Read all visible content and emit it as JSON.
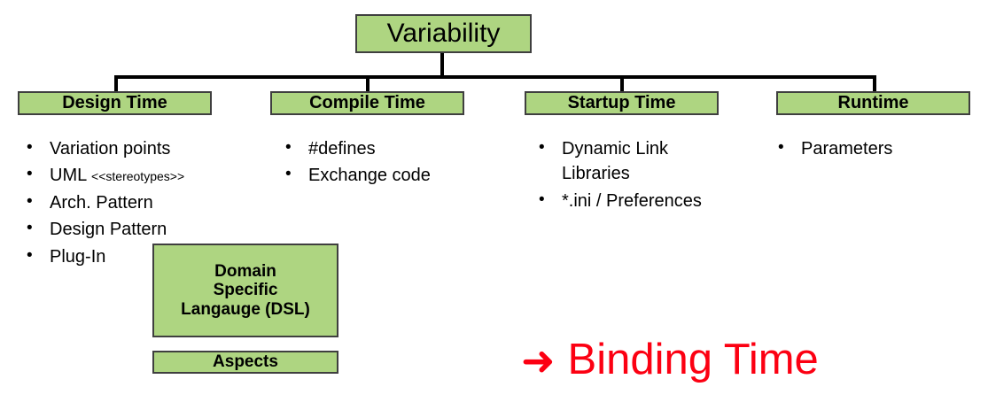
{
  "diagram": {
    "root": {
      "label": "Variability"
    },
    "categories": [
      {
        "label": "Design Time"
      },
      {
        "label": "Compile Time"
      },
      {
        "label": "Startup Time"
      },
      {
        "label": "Runtime"
      }
    ],
    "columns": [
      {
        "name": "design-time",
        "items": [
          {
            "text": "Variation points"
          },
          {
            "text": "UML ",
            "suffix": "<<stereotypes>>"
          },
          {
            "text": "Arch. Pattern"
          },
          {
            "text": "Design Pattern"
          },
          {
            "text": "Plug-In"
          }
        ]
      },
      {
        "name": "compile-time",
        "items": [
          {
            "text": "#defines"
          },
          {
            "text": "Exchange code"
          }
        ]
      },
      {
        "name": "startup-time",
        "items": [
          {
            "text": "Dynamic Link Libraries"
          },
          {
            "text": "*.ini / Preferences"
          }
        ]
      },
      {
        "name": "runtime",
        "items": [
          {
            "text": "Parameters"
          }
        ]
      }
    ],
    "blocks": [
      {
        "name": "dsl",
        "line1": "Domain",
        "line2": "Specific",
        "line3": "Langauge (DSL)"
      },
      {
        "name": "aspects",
        "label": "Aspects"
      }
    ],
    "callout": {
      "arrow_icon": "right-arrow-icon",
      "arrow_glyph": "➜",
      "label": "Binding Time"
    },
    "bullet_glyph": "•",
    "colors": {
      "box_fill": "#aed581",
      "box_border": "#3f3f3f",
      "connector": "#000000",
      "callout_red": "#fc0012",
      "text": "#000000"
    }
  }
}
